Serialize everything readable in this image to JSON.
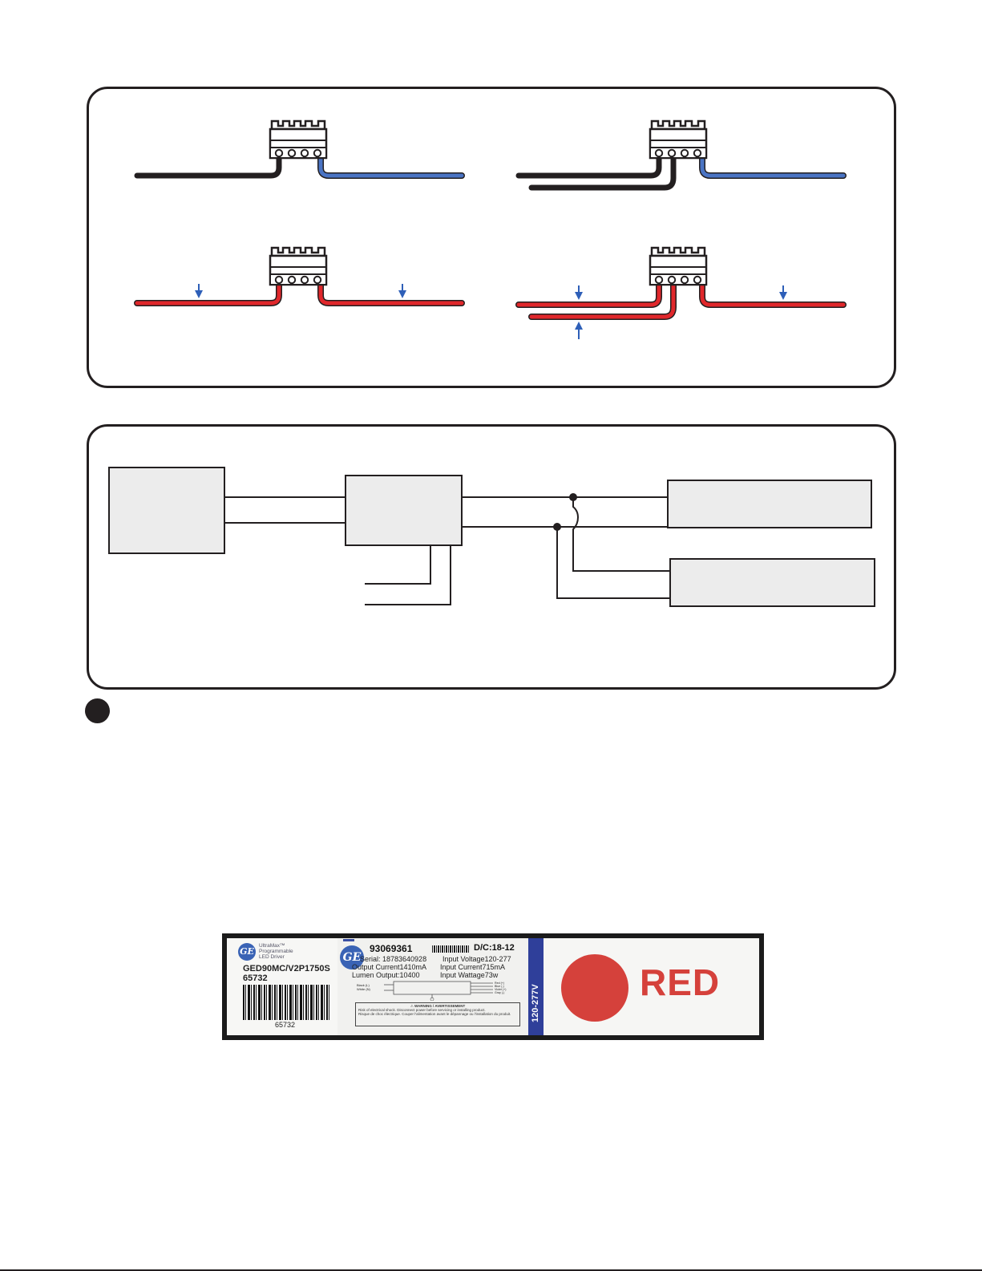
{
  "colors": {
    "outline": "#231f20",
    "wire_black": "#231f20",
    "wire_blue": "#4a74c4",
    "wire_red": "#e0272b",
    "arrow_blue": "#2e5fb8",
    "box_fill": "#ececec",
    "label_red": "#d5413b",
    "label_blue": "#2f3f9a"
  },
  "icons": {
    "connector": "push-in-connector-icon",
    "arrow": "arrow-icon",
    "step": "step-bullet-icon",
    "logo": "ge-logo"
  },
  "label": {
    "brand_line1": "UltraMax™",
    "brand_line2": "Programmable",
    "brand_line3": "LED Driver",
    "model": "GED90MC/V2P1750S",
    "catalog": "65732",
    "barcode_number": "65732",
    "part_number": "93069361",
    "date_code": "D/C:18-12",
    "serial": "Serial: 18783640928",
    "output_current": "Output Current1410mA",
    "lumen_output": "Lumen Output:10400",
    "input_voltage": "Input Voltage120-277",
    "input_current": "Input Current715mA",
    "input_wattage": "Input Wattage73w",
    "wires_left_1": "Black (L)",
    "wires_left_2": "White (N)",
    "wires_right_1": "Red (+)",
    "wires_right_2": "Blue (-)",
    "wires_right_3": "Violet (+)",
    "wires_right_4": "Gray (-)",
    "warning_title": "⚠ WARNING / AVERTISSEMENT",
    "warning_en": "Risk of electrical shock. Disconnect power before servicing or installing product.",
    "warning_fr": "Risque de choc électrique. Couper l'alimentation avant le dépannage ou l'installation du produit.",
    "voltage_strip": "120-277V",
    "color_word": "RED"
  }
}
